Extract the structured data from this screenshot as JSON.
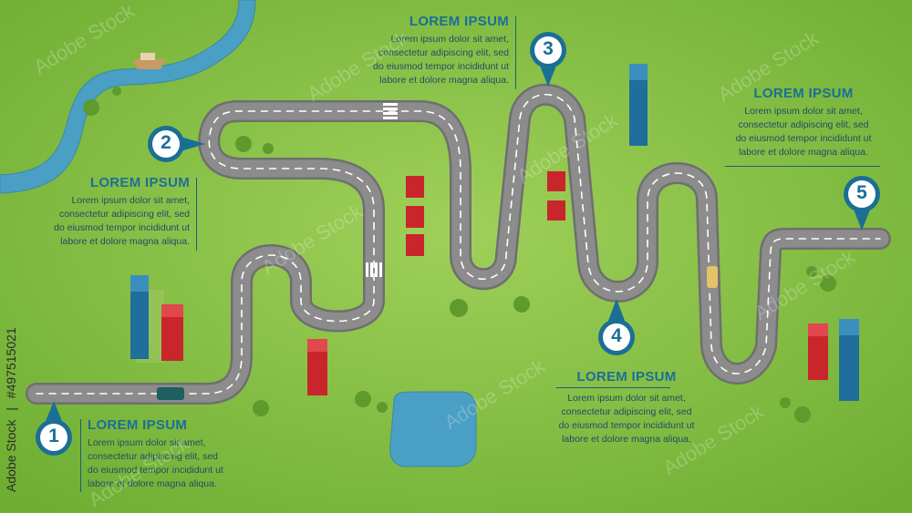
{
  "colors": {
    "grass": "#7dbb3c",
    "grass_light": "#97cc52",
    "road": "#8a8a8a",
    "road_edge": "#6f6f6f",
    "accent": "#1b6f95",
    "water": "#4a9fc4",
    "building_blue": "#1f6e9c",
    "building_red": "#c8262b"
  },
  "blocks": [
    {
      "heading": "LOREM IPSUM",
      "lines": [
        "Lorem ipsum dolor sit amet,",
        "consectetur adipiscing elit, sed",
        "do eiusmod tempor incididunt ut",
        "labore et dolore magna aliqua."
      ]
    },
    {
      "heading": "LOREM IPSUM",
      "lines": [
        "Lorem ipsum dolor sit amet,",
        "consectetur adipiscing elit, sed",
        "do eiusmod tempor incididunt ut",
        "labore et dolore magna aliqua."
      ]
    },
    {
      "heading": "LOREM IPSUM",
      "lines": [
        "Lorem ipsum dolor sit amet,",
        "consectetur adipiscing elit, sed",
        "do eiusmod tempor incididunt ut",
        "labore et dolore magna aliqua."
      ]
    },
    {
      "heading": "LOREM IPSUM",
      "lines": [
        "Lorem ipsum dolor sit amet,",
        "consectetur adipiscing elit, sed",
        "do eiusmod tempor incididunt ut",
        "labore et dolore magna aliqua."
      ]
    },
    {
      "heading": "LOREM IPSUM",
      "lines": [
        "Lorem ipsum dolor sit amet,",
        "consectetur adipiscing elit, sed",
        "do eiusmod tempor incididunt ut",
        "labore et dolore magna aliqua."
      ]
    }
  ],
  "markers": [
    "1",
    "2",
    "3",
    "4",
    "5"
  ],
  "credit": {
    "brand": "Adobe Stock",
    "id": "#497515021"
  },
  "watermark": "Adobe Stock"
}
